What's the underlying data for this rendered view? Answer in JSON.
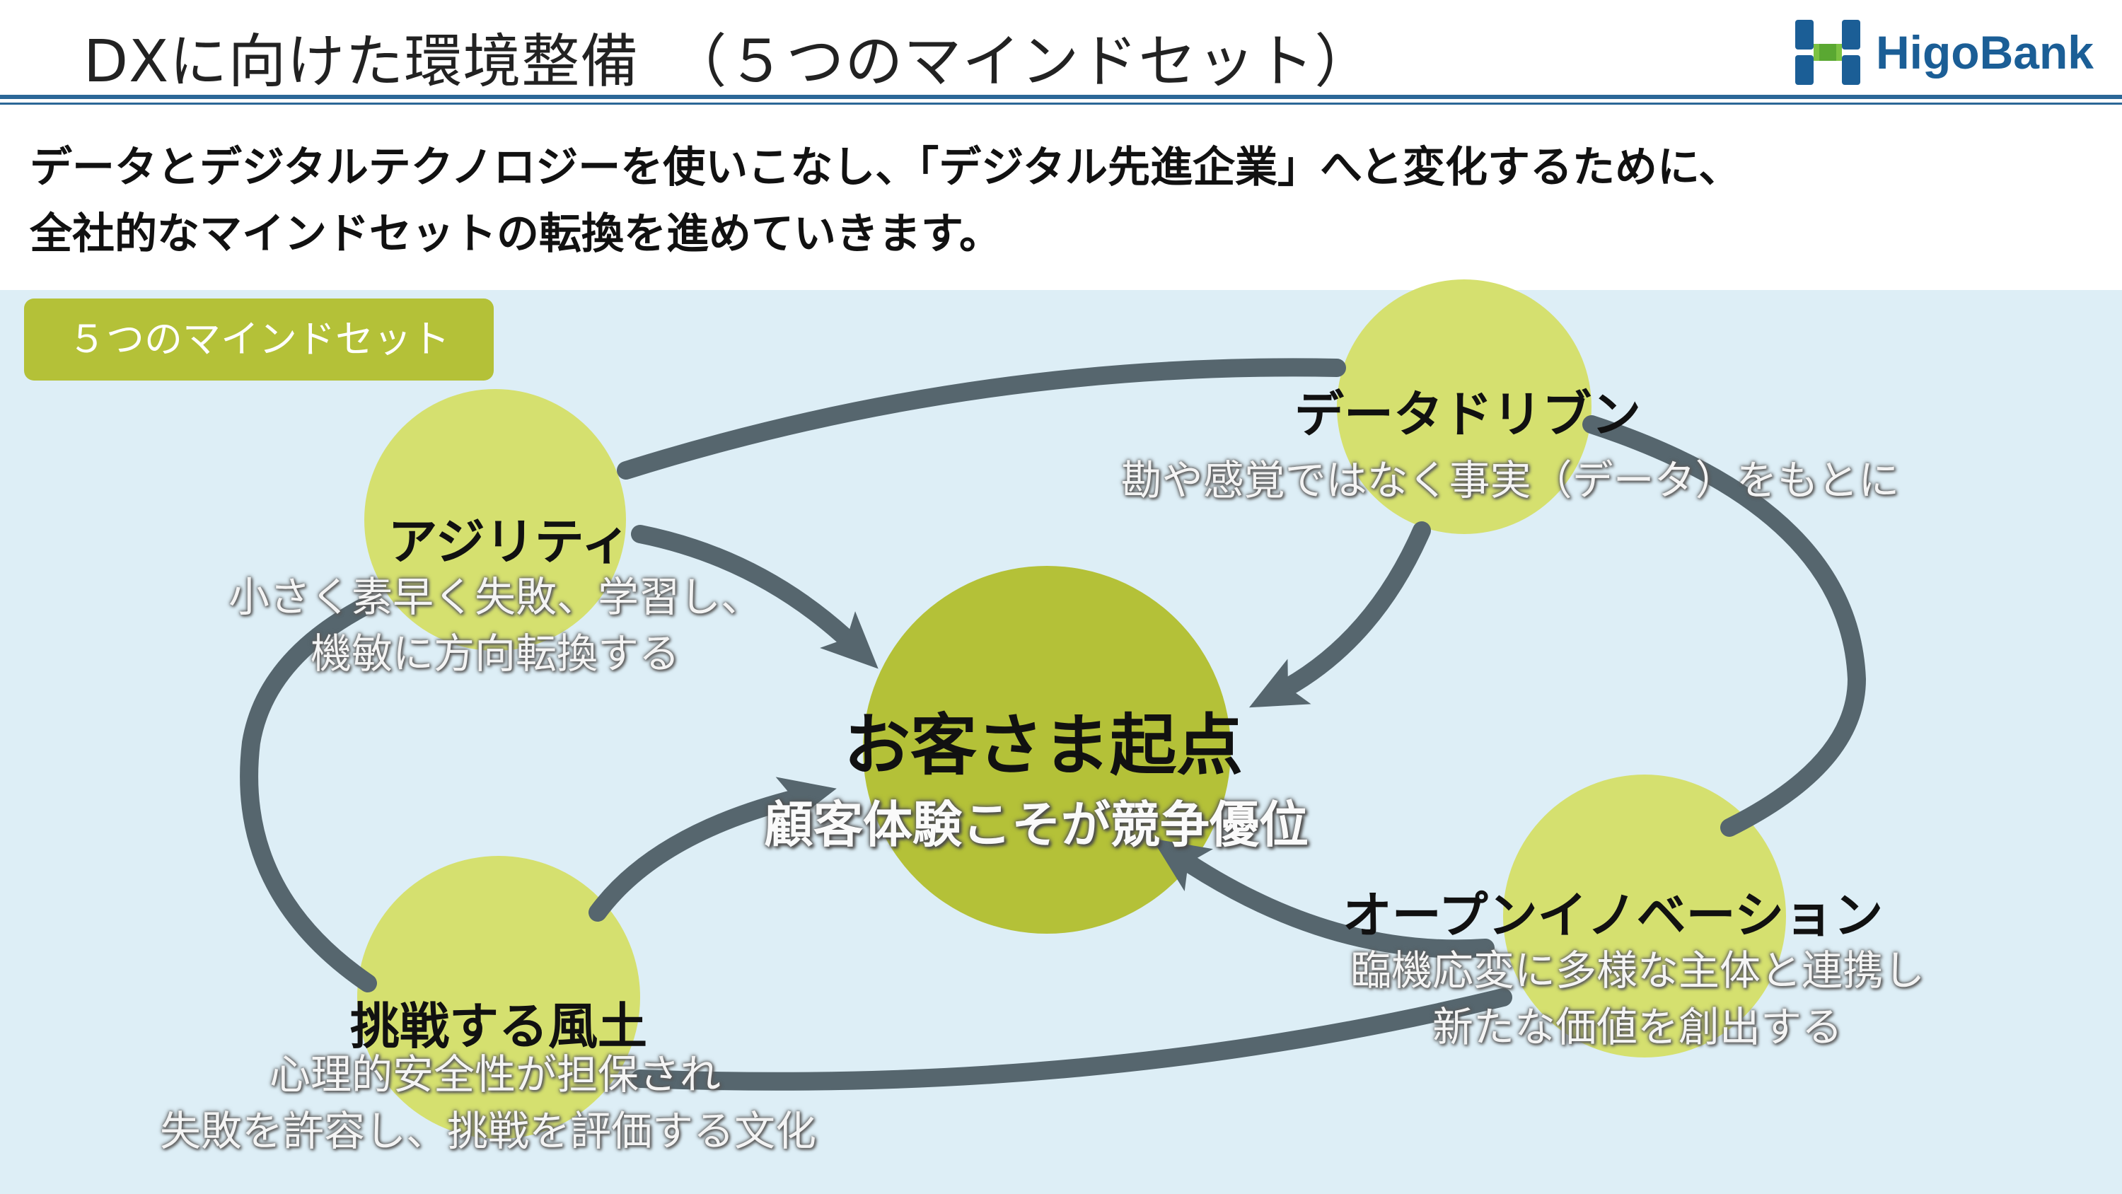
{
  "header": {
    "title": "DXに向けた環境整備　（５つのマインドセット）",
    "logo_text": "HigoBank"
  },
  "lead": {
    "line1": "データとデジタルテクノロジーを使いこなし、「デジタル先進企業」へと変化するために、",
    "line2": "全社的なマインドセットの転換を進めていきます。"
  },
  "panel": {
    "tag": "５つのマインドセット"
  },
  "center": {
    "title": "お客さま起点",
    "subtitle": "顧客体験こそが競争優位"
  },
  "nodes": {
    "agility": {
      "title": "アジリティ",
      "desc1": "小さく素早く失敗、学習し、",
      "desc2": "機敏に方向転換する"
    },
    "data_driven": {
      "title": "データドリブン",
      "desc1": "勘や感覚ではなく事実（データ）をもとに"
    },
    "challenge": {
      "title": "挑戦する風土",
      "desc1": "心理的安全性が担保され",
      "desc2": "失敗を許容し、挑戦を評価する文化"
    },
    "open_innovation": {
      "title": "オープンイノベーション",
      "desc1": "臨機応変に多様な主体と連携し",
      "desc2": "新たな価値を創出する"
    }
  },
  "colors": {
    "title_rule": "#2b6797",
    "panel_bg": "#ddeef6",
    "tag_bg": "#b4c138",
    "node_circle": "#d5e06f",
    "center_circle": "#b4c138",
    "arrow": "#56666e",
    "logo_blue": "#1b5e96",
    "logo_green": "#7cc242"
  }
}
